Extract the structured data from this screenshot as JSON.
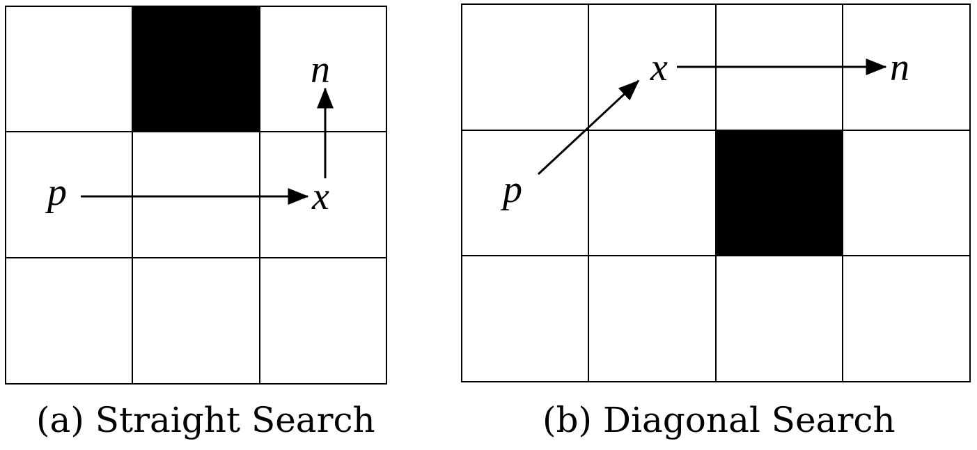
{
  "panels": [
    {
      "id": "a",
      "caption": "(a) Straight Search",
      "grid": {
        "rows": 3,
        "cols": 3
      },
      "obstacle_cells": [
        [
          0,
          1
        ]
      ],
      "labels": {
        "p": "p",
        "x": "x",
        "n": "n"
      },
      "moves": [
        "p → x (horizontal)",
        "x → n (vertical)"
      ]
    },
    {
      "id": "b",
      "caption": "(b) Diagonal Search",
      "grid": {
        "rows": 3,
        "cols": 4
      },
      "obstacle_cells": [
        [
          1,
          2
        ]
      ],
      "labels": {
        "p": "p",
        "x": "x",
        "n": "n"
      },
      "moves": [
        "p → x (diagonal)",
        "x → n (horizontal)"
      ]
    }
  ],
  "colors": {
    "obstacle": "#000000",
    "grid_line": "#000000",
    "background": "#ffffff"
  }
}
